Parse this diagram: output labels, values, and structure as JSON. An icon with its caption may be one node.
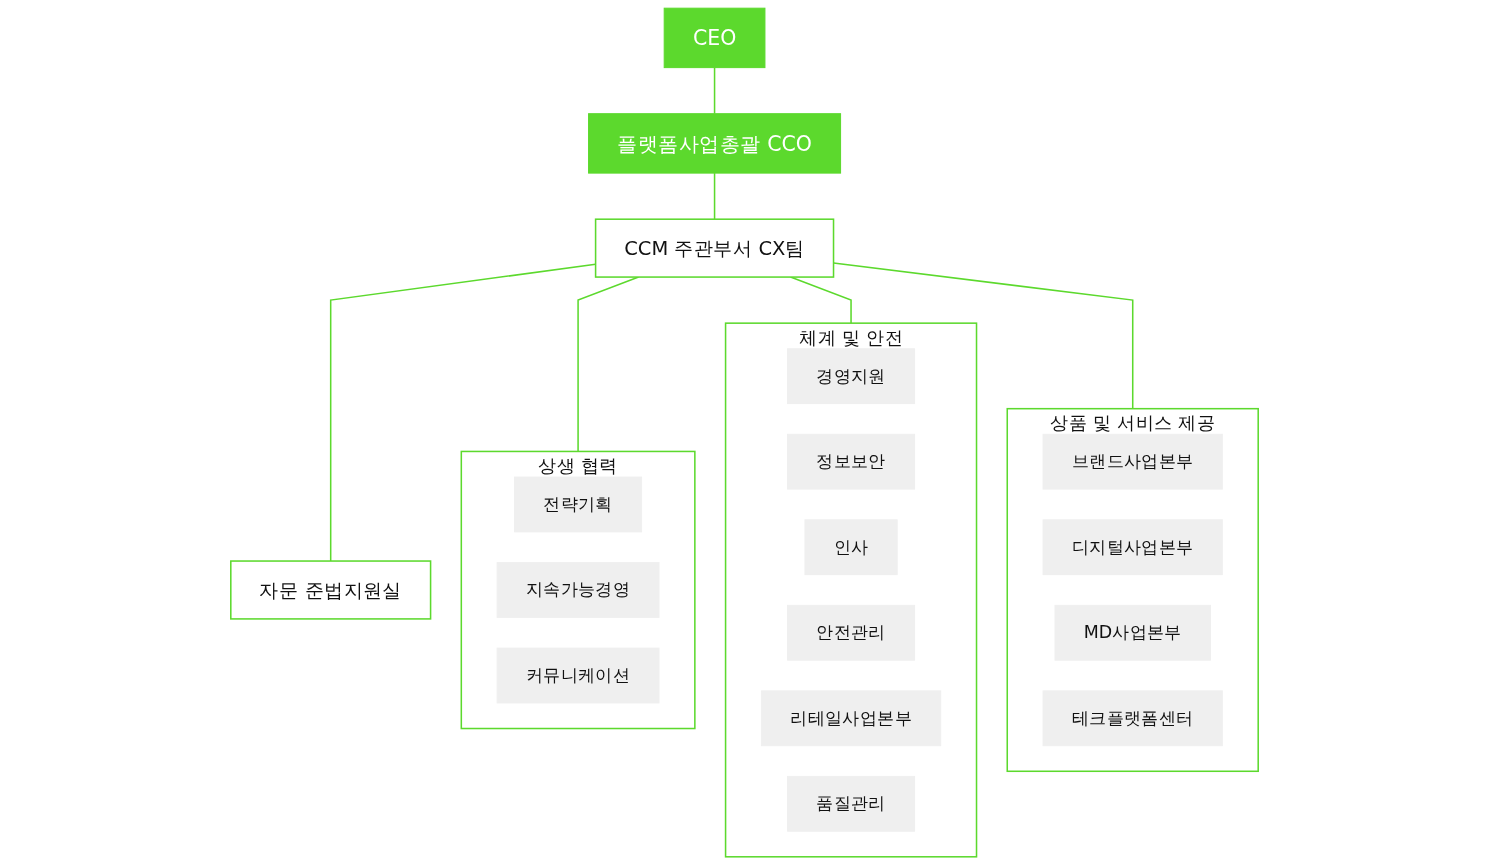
{
  "diagram": {
    "nodes": [
      {
        "text": [
          "CEO"
        ]
      },
      {
        "text": [
          "플랫폼사업총괄 CCO"
        ]
      },
      {
        "text": [
          "CCM 주관부서 CX팀"
        ]
      },
      {
        "text": [
          "자문 준법지원실"
        ]
      },
      {
        "text": [
          "상생 협력"
        ]
      },
      {
        "text": [
          "전략기획"
        ],
        "in": 4
      },
      {
        "text": [
          "지속가능경영"
        ],
        "in": 4
      },
      {
        "text": [
          "커뮤니케이션"
        ],
        "in": 4
      },
      {
        "text": [
          "체계 및 안전"
        ]
      },
      {
        "text": [
          "경영지원"
        ],
        "in": 8
      },
      {
        "text": [
          "정보보안"
        ],
        "in": 8
      },
      {
        "text": [
          "인사"
        ],
        "in": 8
      },
      {
        "text": [
          "안전관리"
        ],
        "in": 8
      },
      {
        "text": [
          "리테일사업본부"
        ],
        "in": 8
      },
      {
        "text": [
          "품질관리"
        ],
        "in": 8
      },
      {
        "text": [
          "상품 및 서비스 제공"
        ]
      },
      {
        "text": [
          "브랜드사업본부"
        ],
        "in": 15
      },
      {
        "text": [
          "디지털사업본부"
        ],
        "in": 15
      },
      {
        "text": [
          "MD사업본부"
        ],
        "in": 15
      },
      {
        "text": [
          "테크플랫폼센터"
        ],
        "in": 15
      }
    ],
    "edges": [
      {
        "from": 0,
        "to": 1,
        "arrow": "none"
      },
      {
        "from": 1,
        "to": 2,
        "arrow": "none"
      },
      {
        "from": 2,
        "to": 3,
        "arrow": "none"
      },
      {
        "from": 2,
        "to": 4,
        "arrow": "none"
      },
      {
        "from": 2,
        "to": 8,
        "arrow": "none"
      },
      {
        "from": 2,
        "to": 15,
        "arrow": "none"
      }
    ]
  }
}
